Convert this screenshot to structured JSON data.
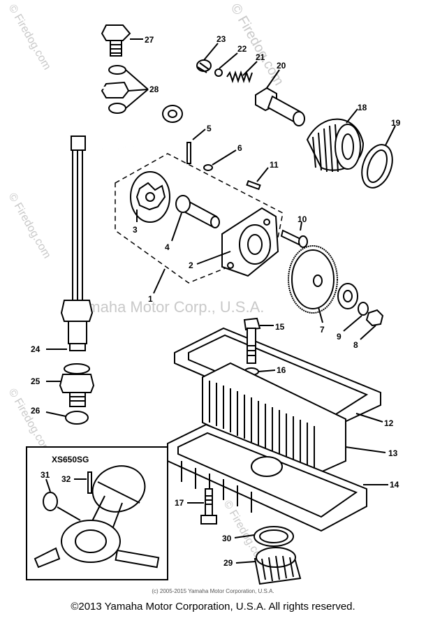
{
  "watermarks": {
    "firedog": "© Firedog.com",
    "center": "Yamaha Motor Corp., U.S.A."
  },
  "inset": {
    "model_label": "XS650SG",
    "callouts": [
      "31",
      "32"
    ]
  },
  "callouts": {
    "c1": "1",
    "c2": "2",
    "c3": "3",
    "c4": "4",
    "c5": "5",
    "c6": "6",
    "c7": "7",
    "c8": "8",
    "c9": "9",
    "c10": "10",
    "c11": "11",
    "c12": "12",
    "c13": "13",
    "c14": "14",
    "c15": "15",
    "c16": "16",
    "c17": "17",
    "c18": "18",
    "c19": "19",
    "c20": "20",
    "c21": "21",
    "c22": "22",
    "c23": "23",
    "c24": "24",
    "c25": "25",
    "c26": "26",
    "c27": "27",
    "c28": "28",
    "c29": "29",
    "c30": "30"
  },
  "footer": {
    "small": "(c) 2005-2015 Yamaha Motor Corporation, U.S.A.",
    "main": "©2013 Yamaha Motor Corporation, U.S.A. All rights reserved."
  }
}
